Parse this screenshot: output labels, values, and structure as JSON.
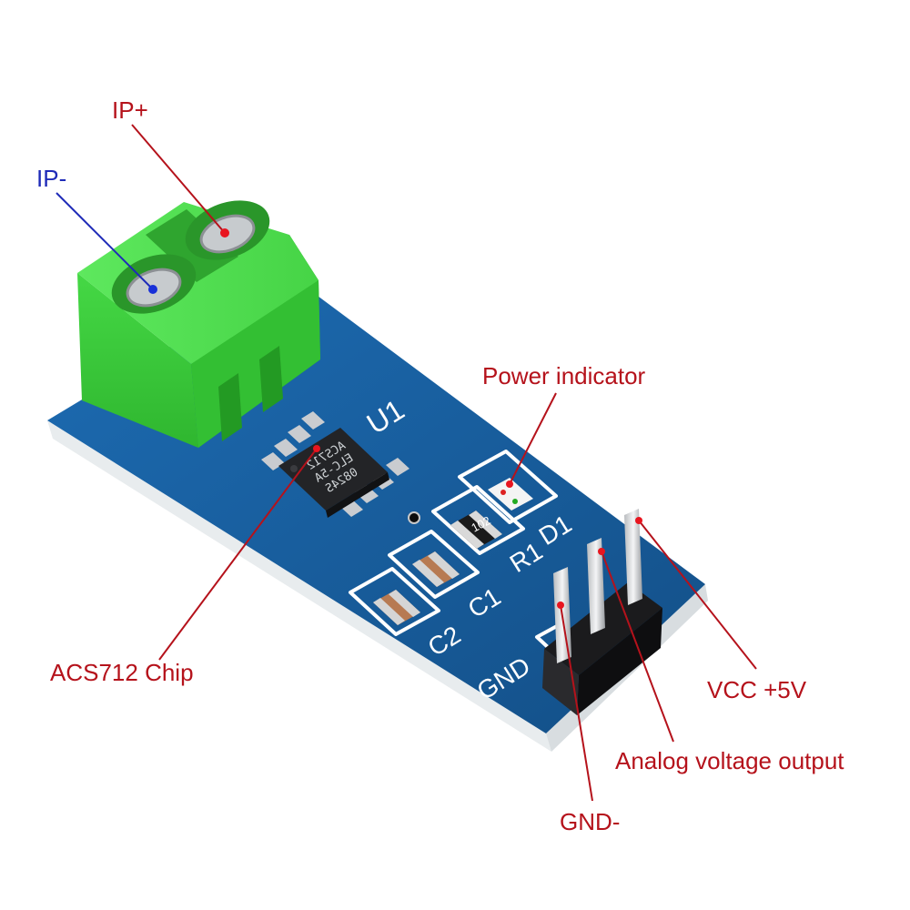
{
  "colors": {
    "callout_red": "#b5121b",
    "callout_blue": "#1f2bb8",
    "pcb_blue": "#1a5f9e",
    "terminal_green": "#3fd13f",
    "dot_red": "#e8151f",
    "dot_blue": "#1830d8"
  },
  "callouts": {
    "ip_plus": "IP+",
    "ip_minus": "IP-",
    "power_indicator": "Power indicator",
    "acs712_chip": "ACS712 Chip",
    "vcc": "VCC +5V",
    "analog_output": "Analog voltage output",
    "gnd": "GND-"
  },
  "silkscreen": {
    "u1": "U1",
    "d1": "D1",
    "r1": "R1",
    "c1": "C1",
    "c2": "C2",
    "gnd": "GND"
  },
  "chip_marking": {
    "line1": "ACS712",
    "line2": "ELC-5A",
    "line3": "0824S"
  },
  "resistor_code": "102"
}
